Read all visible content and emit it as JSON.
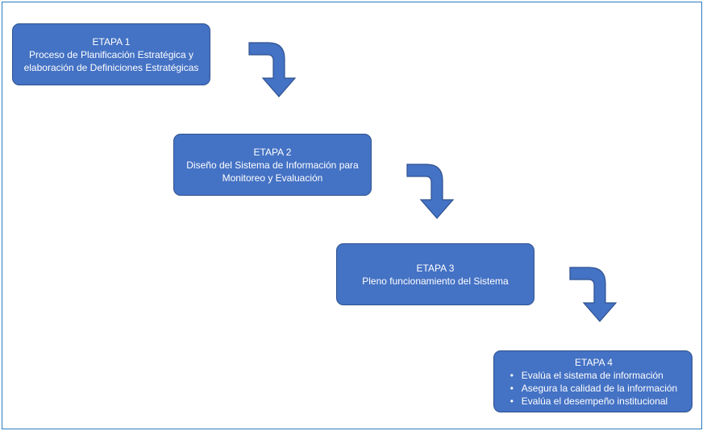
{
  "colors": {
    "box_fill": "#4472c4",
    "box_border": "#2f528f",
    "arrow_fill": "#4472c4",
    "frame_border": "#2b7bbf",
    "text": "#ffffff"
  },
  "stages": [
    {
      "title": "ETAPA 1",
      "lines": [
        "Proceso de Planificación Estratégica y",
        "elaboración de Definiciones Estratégicas"
      ]
    },
    {
      "title": "ETAPA 2",
      "lines": [
        "Diseño del Sistema de Información para",
        "Monitoreo y Evaluación"
      ]
    },
    {
      "title": "ETAPA 3",
      "lines": [
        "Pleno funcionamiento del Sistema"
      ]
    },
    {
      "title": "ETAPA 4",
      "bullets": [
        "Evalúa el sistema de información",
        "Asegura la calidad de  la información",
        "Evalúa el desempeño institucional"
      ]
    }
  ],
  "connectors": [
    {
      "icon": "bent-arrow-down-icon"
    },
    {
      "icon": "bent-arrow-down-icon"
    },
    {
      "icon": "bent-arrow-down-icon"
    }
  ]
}
